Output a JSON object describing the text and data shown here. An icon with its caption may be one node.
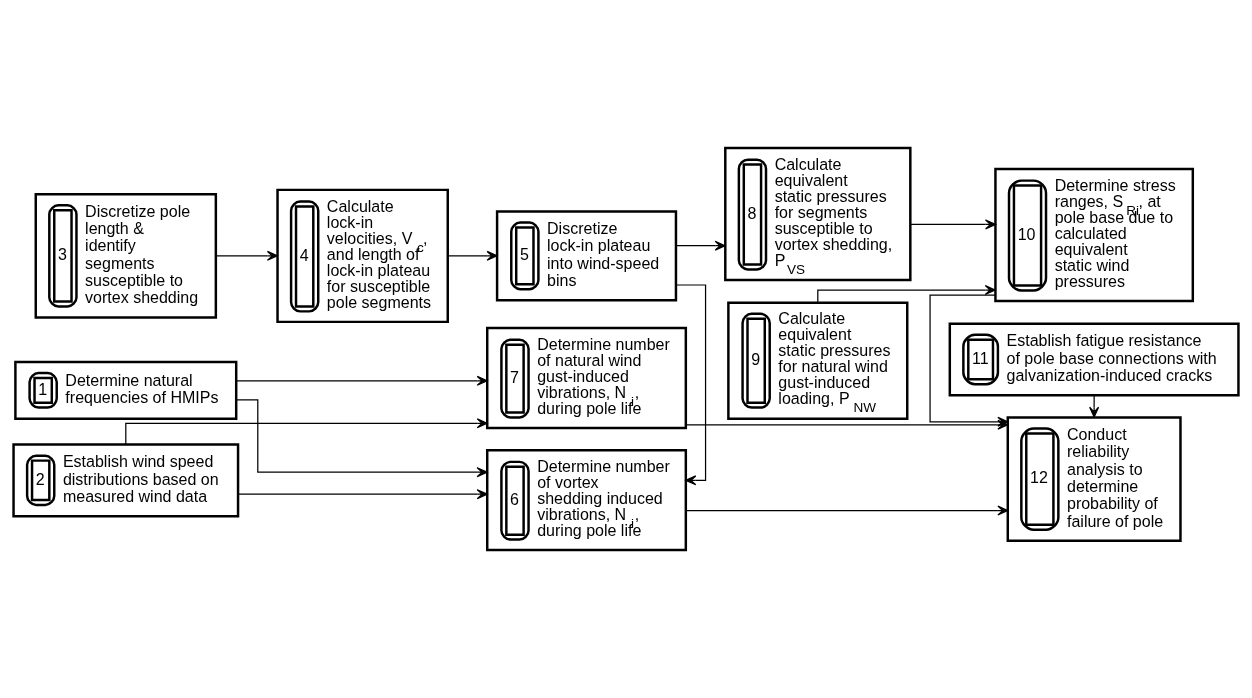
{
  "diagram": {
    "nodes": [
      {
        "text": [
          "1",
          "Determine natural frequencies of HMIPs"
        ]
      },
      {
        "text": [
          "2",
          "Establish wind speed distributions based on measured wind data"
        ]
      },
      {
        "text": [
          "3",
          "Discretize pole length & identify segments susceptible to vortex shedding"
        ]
      },
      {
        "text": [
          "4",
          "Calculate lock-in velocities, V$_{c}$, and length of lock-in plateau for susceptible pole segments"
        ]
      },
      {
        "text": [
          "5",
          "Discretize lock-in plateau into wind-speed bins"
        ]
      },
      {
        "text": [
          "6",
          "Determine number of vortex shedding induced vibrations, N$_{i}$, during pole life"
        ]
      },
      {
        "text": [
          "7",
          "Determine number of natural wind gust-induced vibrations, N$_{i}$, during pole life"
        ]
      },
      {
        "text": [
          "8",
          "Calculate equivalent static pressures for segments susceptible to vortex shedding, P$_{VS}$"
        ]
      },
      {
        "text": [
          "9",
          "Calculate equivalent static pressures for natural wind gust-induced loading, P$_{NW}$"
        ]
      },
      {
        "text": [
          "10",
          "Determine stress ranges, S$_{Ri}$, at pole base due to calculated equivalent static wind pressures"
        ]
      },
      {
        "text": [
          "11",
          "Establish fatigue resistance of pole base connections with galvanization-induced cracks"
        ]
      },
      {
        "text": [
          "12",
          "Conduct reliability analysis to determine probability of failure of pole"
        ]
      }
    ],
    "edges": [
      {
        "from": 0,
        "to": 6,
        "arrow": "to"
      },
      {
        "from": 0,
        "to": 5,
        "arrow": "to"
      },
      {
        "from": 1,
        "to": 6,
        "arrow": "to"
      },
      {
        "from": 1,
        "to": 5,
        "arrow": "to"
      },
      {
        "from": 2,
        "to": 3,
        "arrow": "to"
      },
      {
        "from": 3,
        "to": 4,
        "arrow": "to"
      },
      {
        "from": 4,
        "to": 5,
        "arrow": "to"
      },
      {
        "from": 4,
        "to": 7,
        "arrow": "to"
      },
      {
        "from": 6,
        "to": 11,
        "arrow": "to"
      },
      {
        "from": 5,
        "to": 11,
        "arrow": "to"
      },
      {
        "from": 10,
        "to": 11,
        "arrow": "to"
      },
      {
        "from": 7,
        "to": 9,
        "arrow": "to"
      },
      {
        "from": 8,
        "to": 9,
        "arrow": "to"
      },
      {
        "from": 9,
        "to": 11,
        "arrow": "to"
      }
    ]
  }
}
